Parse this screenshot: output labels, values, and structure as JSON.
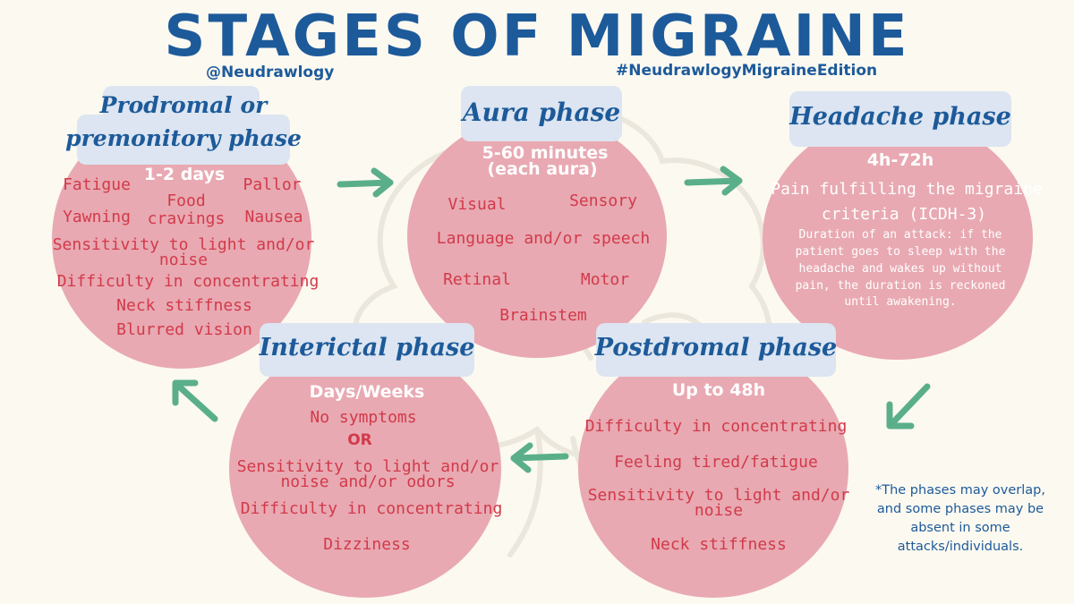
{
  "title": "STAGES OF MIGRAINE",
  "handle_left": "@Neudrawlogy",
  "handle_right": "#NeudrawlogyMigraineEdition",
  "colors": {
    "background": "#fcf9f1",
    "circle": "#e8a9b2",
    "label_box": "#dce5f1",
    "title_blue": "#1d5a9a",
    "item_red": "#d23a4a",
    "arrow_green": "#5aaf8a"
  },
  "phases": {
    "prodromal": {
      "label_line1": "Prodromal or",
      "label_line2": "premonitory phase",
      "duration": "1-2 days",
      "items": {
        "fatigue": "Fatigue",
        "food1": "Food",
        "food2": "cravings",
        "pallor": "Pallor",
        "yawning": "Yawning",
        "nausea": "Nausea",
        "sens1": "Sensitivity to light and/or",
        "sens2": "noise",
        "concentrating": "Difficulty in concentrating",
        "neck": "Neck stiffness",
        "blurred": "Blurred vision"
      }
    },
    "aura": {
      "label": "Aura phase",
      "duration_line1": "5-60 minutes",
      "duration_line2": "(each aura)",
      "items": {
        "visual": "Visual",
        "sensory": "Sensory",
        "language": "Language and/or speech",
        "retinal": "Retinal",
        "motor": "Motor",
        "brainstem": "Brainstem"
      }
    },
    "headache": {
      "label": "Headache phase",
      "duration": "4h-72h",
      "pain_line1": "Pain fulfilling the migraine",
      "pain_line2": "criteria (ICDH-3)",
      "note": "Duration of an attack: if the patient goes to sleep with the headache and wakes up without pain, the duration is reckoned until awakening."
    },
    "postdromal": {
      "label": "Postdromal phase",
      "duration": "Up to 48h",
      "items": {
        "concentrating": "Difficulty in concentrating",
        "tired": "Feeling tired/fatigue",
        "sens1": "Sensitivity to light and/or",
        "sens2": "noise",
        "neck": "Neck stiffness"
      }
    },
    "interictal": {
      "label": "Interictal phase",
      "duration": "Days/Weeks",
      "items": {
        "none": "No symptoms",
        "or": "OR",
        "sens1": "Sensitivity to light and/or",
        "sens2": "noise and/or odors",
        "concentrating": "Difficulty in concentrating",
        "dizziness": "Dizziness"
      }
    }
  },
  "footnote": "*The phases may overlap, and some phases may be absent in some attacks/individuals."
}
